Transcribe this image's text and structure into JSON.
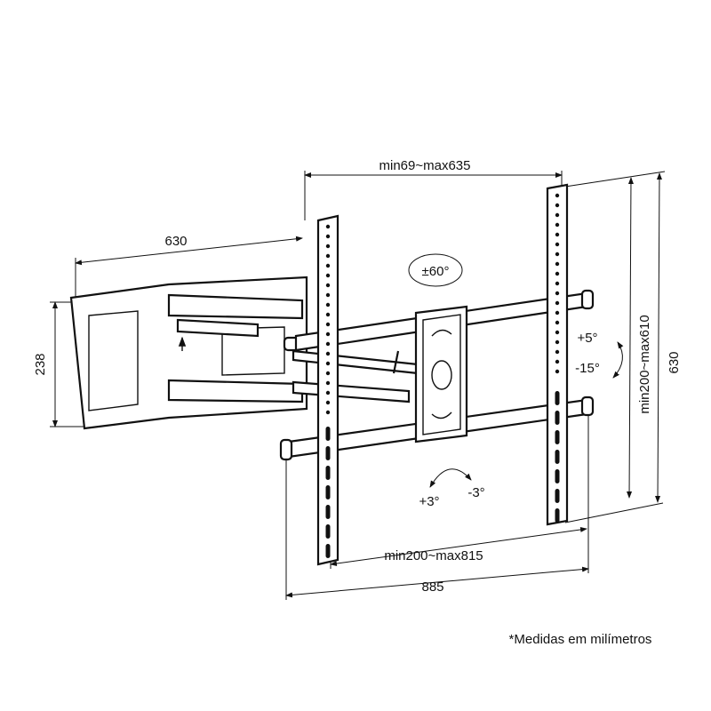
{
  "dimensions": {
    "arm_extension": "min69~max635",
    "wall_plate_width": "630",
    "wall_plate_height": "238",
    "vertical_spacing": "min200~max610",
    "rail_height": "630",
    "horizontal_spacing": "min200~max815",
    "bar_width": "885"
  },
  "angles": {
    "swivel": "±60°",
    "tilt_up": "+5°",
    "tilt_down": "-15°",
    "level_plus": "+3°",
    "level_minus": "-3°"
  },
  "footnote": "*Medidas em milímetros"
}
